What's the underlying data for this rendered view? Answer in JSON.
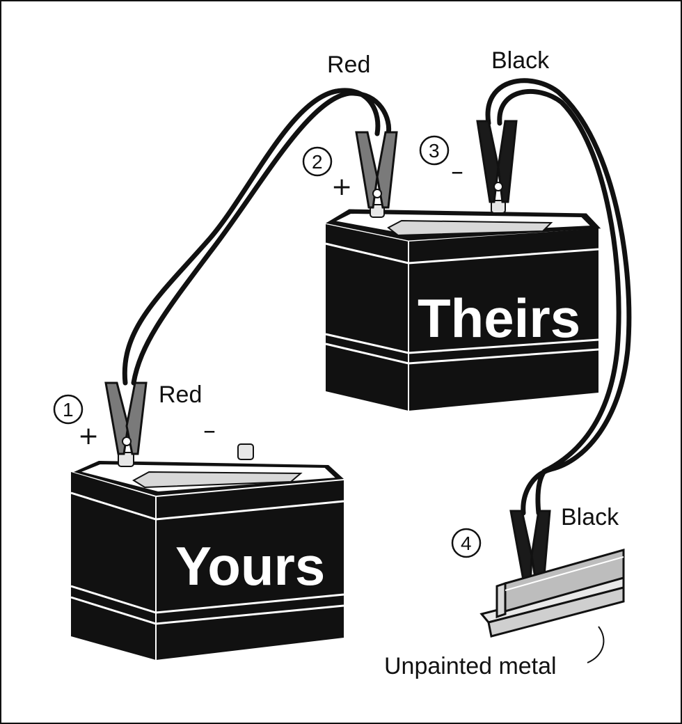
{
  "batteries": {
    "yours": {
      "label": "Yours"
    },
    "theirs": {
      "label": "Theirs"
    }
  },
  "labels": {
    "red_top": "Red",
    "black_top": "Black",
    "red_left": "Red",
    "black_right": "Black",
    "unpainted": "Unpainted metal"
  },
  "steps": [
    "1",
    "2",
    "3",
    "4"
  ],
  "signs": {
    "plus_1": "+",
    "minus_yours": "–",
    "plus_2": "+",
    "minus_3": "–"
  },
  "colors": {
    "red_clamp": "#7a7a7a",
    "black_clamp": "#1a1a1a",
    "battery_body": "#111111",
    "battery_top": "#ffffff"
  }
}
